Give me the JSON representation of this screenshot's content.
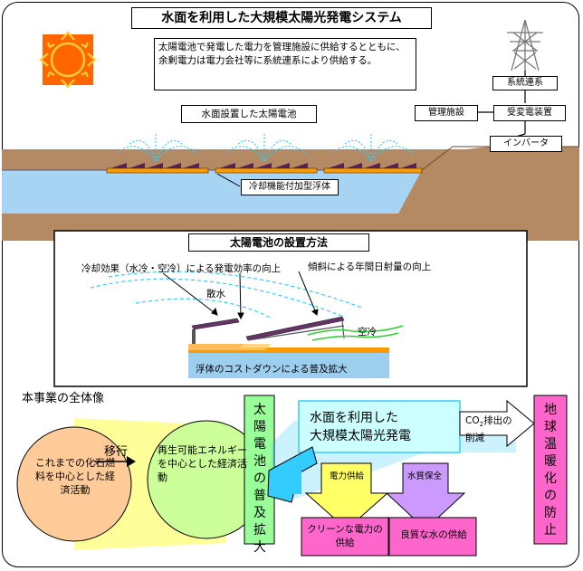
{
  "title": "水面を利用した大規模太陽光発電システム",
  "intro_text": "太陽電池で発電した電力を管理施設に供給するとともに、余剰電力は電力会社等に系統連系により供給する。",
  "labels": {
    "surface_panels": "水面設置した太陽電池",
    "float": "冷却機能付加型浮体",
    "grid": "系統連系",
    "management": "管理施設",
    "substation": "受変電装置",
    "inverter": "インバータ"
  },
  "install": {
    "heading": "太陽電池の設置方法",
    "cooling": "冷却効果（水冷・空冷）による発電効率の向上",
    "tilt": "傾斜による年間日射量の向上",
    "sprinkle": "散水",
    "air_cool": "空冷",
    "float_cost": "浮体のコストダウンによる普及拡大"
  },
  "overview": {
    "heading": "本事業の全体像",
    "fossil": "これまでの化石燃料を中心とした経済活動",
    "shift": "移行",
    "renewable": "再生可能エネルギーを中心とした経済活動",
    "spread": "太陽電池の普及拡大",
    "big_title_line1": "水面を利用した",
    "big_title_line2": "大規模太陽光発電",
    "co2_pre": "CO",
    "co2_sub": "2",
    "co2_post": "排出の削減",
    "global": "地球温暖化の防止",
    "power_supply": "電力供給",
    "water_quality": "水質保全",
    "clean_power": "クリーンな電力の供給",
    "good_water": "良質な水の供給"
  },
  "colors": {
    "sun": "#ff6600",
    "water": "#9ccfee",
    "earth": "#b38a63",
    "cyan": "#33ccff",
    "yellow": "#ffff66",
    "pink": "#ff66cc",
    "purple": "#cc99ff",
    "orange_circle": "#ffcc99",
    "green_circle": "#ccff99",
    "green_bar": "#99ff99",
    "light_cyan": "#ccffff"
  }
}
